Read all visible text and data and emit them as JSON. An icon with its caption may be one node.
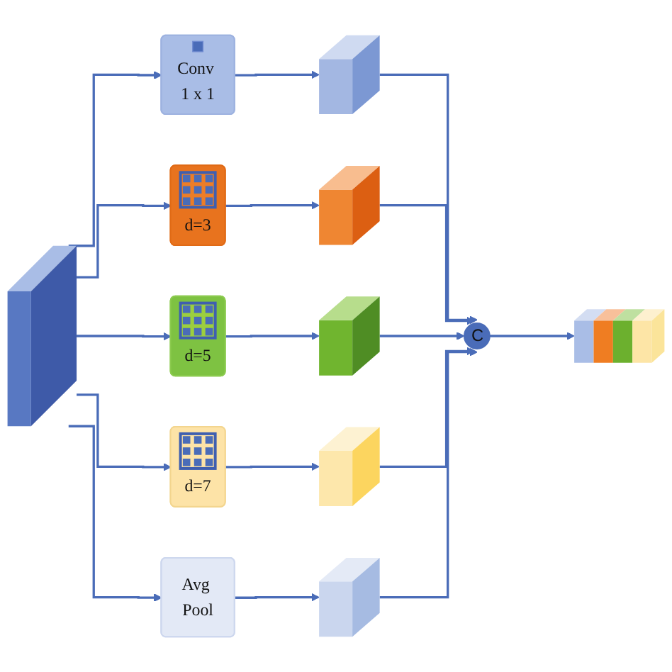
{
  "diagram": {
    "nodes": [
      {
        "text": [],
        "shape": "box"
      },
      {
        "text": [
          "Conv 1 x 1"
        ]
      },
      {
        "text": [
          "d=3"
        ]
      },
      {
        "text": [
          "d=5"
        ]
      },
      {
        "text": [
          "d=7"
        ]
      },
      {
        "text": [
          "Avg Pool"
        ]
      },
      {
        "text": [],
        "shape": "box"
      },
      {
        "text": [],
        "shape": "box"
      },
      {
        "text": [],
        "shape": "box"
      },
      {
        "text": [],
        "shape": "box"
      },
      {
        "text": [],
        "shape": "box"
      },
      {
        "text": [
          "C"
        ]
      },
      {
        "text": [],
        "shape": "box"
      }
    ],
    "edges": [
      {
        "from": 0,
        "to": 1,
        "arrow": "to"
      },
      {
        "from": 0,
        "to": 2,
        "arrow": "to"
      },
      {
        "from": 0,
        "to": 3,
        "arrow": "to"
      },
      {
        "from": 0,
        "to": 4,
        "arrow": "to"
      },
      {
        "from": 0,
        "to": 5,
        "arrow": "to"
      },
      {
        "from": 1,
        "to": 6,
        "arrow": "to"
      },
      {
        "from": 2,
        "to": 7,
        "arrow": "to"
      },
      {
        "from": 3,
        "to": 8,
        "arrow": "to"
      },
      {
        "from": 4,
        "to": 9,
        "arrow": "to"
      },
      {
        "from": 5,
        "to": 10,
        "arrow": "to"
      },
      {
        "from": 6,
        "to": 11,
        "arrow": "to"
      },
      {
        "from": 7,
        "to": 11,
        "arrow": "to"
      },
      {
        "from": 8,
        "to": 11,
        "arrow": "to"
      },
      {
        "from": 9,
        "to": 11,
        "arrow": "to"
      },
      {
        "from": 10,
        "to": 11,
        "arrow": "to"
      },
      {
        "from": 11,
        "to": 12,
        "arrow": "to"
      }
    ]
  }
}
